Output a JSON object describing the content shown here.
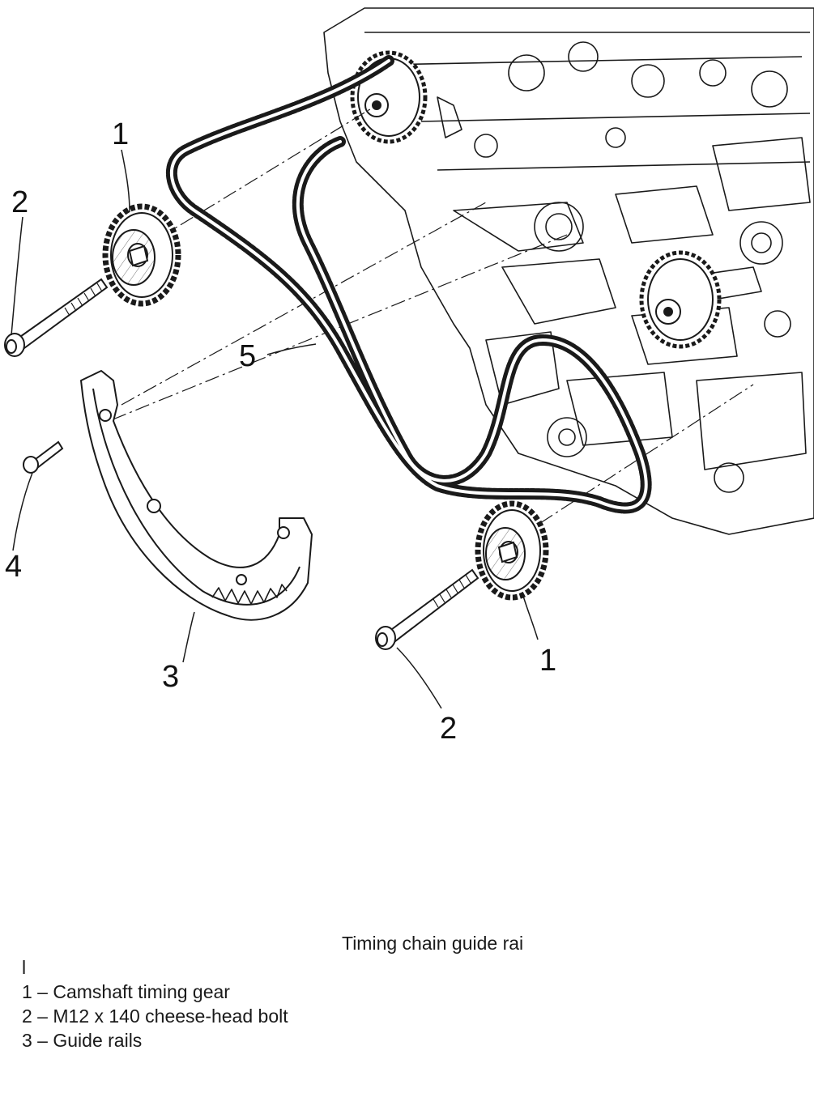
{
  "callouts": {
    "camshaft_gear_top": "1",
    "bolt_left": "2",
    "chain": "5",
    "bolt_small": "4",
    "guide_rail": "3",
    "camshaft_gear_bottom": "1",
    "bolt_bottom": "2"
  },
  "caption": {
    "title": "Timing chain guide rai",
    "title_cont": "l",
    "legend": [
      "1 – Camshaft timing gear",
      "2 – M12 x 140 cheese-head bolt",
      "3 – Guide rails"
    ]
  },
  "colors": {
    "line": "#1a1a1a",
    "background": "#ffffff"
  }
}
